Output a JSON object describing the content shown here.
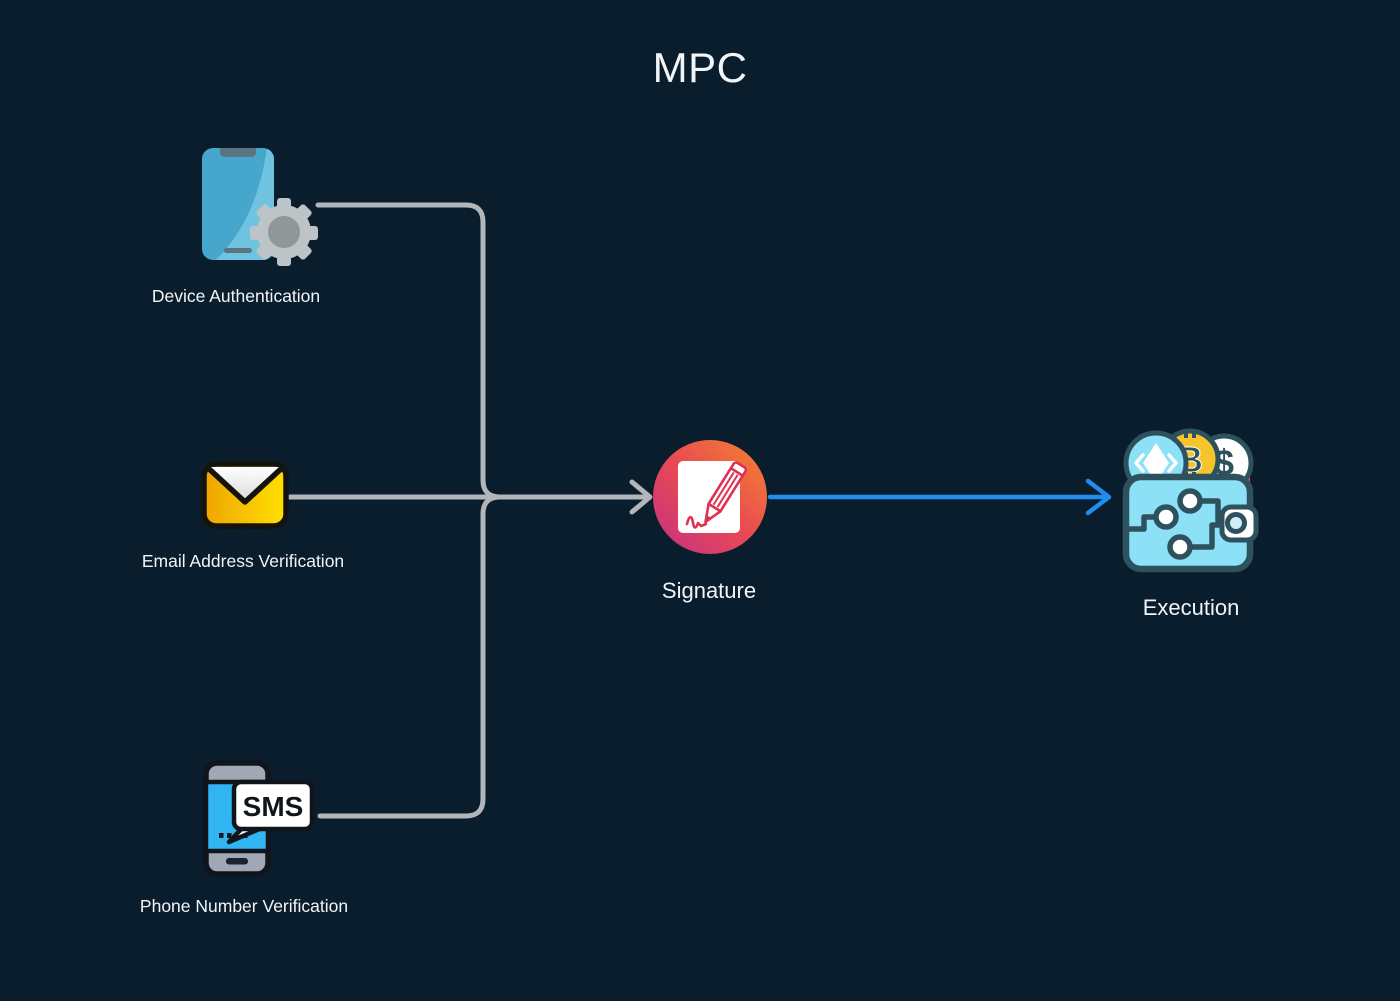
{
  "title": "MPC",
  "colors": {
    "background": "#0a1d2d",
    "connector_gray": "#b2b6ba",
    "arrow_blue": "#1f8ef0",
    "label_text": "#f2f5f7",
    "signature_gradient_start": "#f6862b",
    "signature_gradient_end": "#c53082",
    "wallet_fill": "#8ce1f7",
    "wallet_outline": "#2e515e",
    "envelope_yellow": "#ffd400",
    "bitcoin_gold": "#f6c52e"
  },
  "nodes": {
    "device": {
      "label": "Device Authentication",
      "icon": "phone-gear-icon"
    },
    "email": {
      "label": "Email Address Verification",
      "icon": "envelope-icon"
    },
    "phone": {
      "label": "Phone Number Verification",
      "icon": "phone-sms-icon"
    },
    "signature": {
      "label": "Signature",
      "icon": "signed-document-icon"
    },
    "execution": {
      "label": "Execution",
      "icon": "crypto-wallet-icon"
    }
  },
  "icon_text": {
    "sms_badge": "SMS",
    "bitcoin_symbol": "B",
    "dollar_symbol": "$"
  }
}
